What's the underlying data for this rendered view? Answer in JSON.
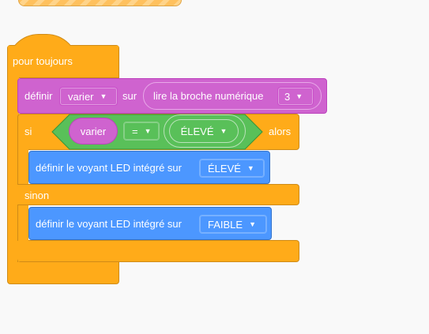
{
  "colors": {
    "control": "#ffab19",
    "looks_blue": "#4c97ff",
    "variables": "#cf63cf",
    "operators": "#59c059",
    "background": "#f9f9f9"
  },
  "blocks": {
    "forever": {
      "label": "pour toujours"
    },
    "set_var": {
      "label": "définir",
      "variable": "varier",
      "on_label": "sur",
      "reporter_label": "lire la broche numérique",
      "pin": "3"
    },
    "if_else": {
      "if_label": "si",
      "then_label": "alors",
      "else_label": "sinon",
      "condition": {
        "variable": "varier",
        "operator": "=",
        "value": "ÉLEVÉ"
      }
    },
    "led_then": {
      "label": "définir le voyant LED intégré sur",
      "value": "ÉLEVÉ"
    },
    "led_else": {
      "label": "définir le voyant LED intégré sur",
      "value": "FAIBLE"
    }
  }
}
